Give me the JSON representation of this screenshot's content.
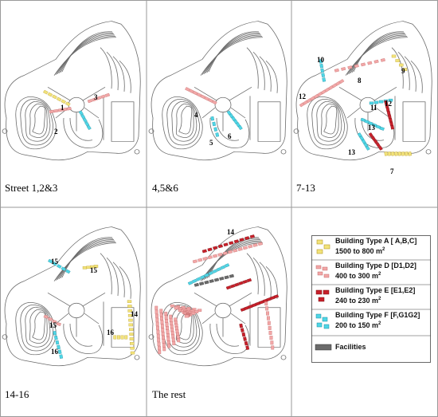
{
  "panels": [
    {
      "label": "Street 1,2&3",
      "streets": [
        "1",
        "2",
        "3"
      ]
    },
    {
      "label": "4,5&6",
      "streets": [
        "4",
        "5",
        "6"
      ]
    },
    {
      "label": "7-13",
      "streets": [
        "7",
        "8",
        "9",
        "10",
        "11",
        "12",
        "12",
        "13",
        "13"
      ]
    },
    {
      "label": "14-16",
      "streets": [
        "14",
        "15",
        "15",
        "15",
        "16",
        "16"
      ]
    },
    {
      "label": "The rest",
      "streets": [
        "14"
      ]
    }
  ],
  "legend": [
    {
      "name": "Building Type A [ A,B,C]",
      "range": "1500  to  800 m",
      "unit_sup": "2",
      "color": "#f2e37a"
    },
    {
      "name": "Building Type D [D1,D2]",
      "range": "400 to 300 m",
      "unit_sup": "2",
      "color": "#f2a7a7"
    },
    {
      "name": "Building Type E [E1,E2]",
      "range": "240 to 230 m",
      "unit_sup": "2",
      "color": "#c8202a"
    },
    {
      "name": "Building Type F [F,G1G2]",
      "range": "200 to 150 m",
      "unit_sup": "2",
      "color": "#4fd6e6"
    },
    {
      "name": "Facilities",
      "color": "#6b6b6b"
    }
  ],
  "colors": {
    "grid": "#9a9a9a",
    "road": "#6a6a6a",
    "road_fill": "#ffffff"
  }
}
